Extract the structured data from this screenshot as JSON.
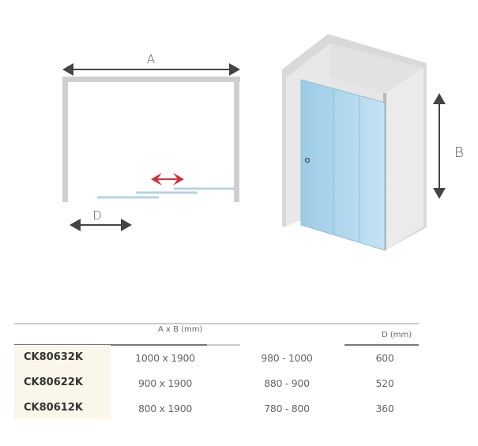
{
  "diagram": {
    "label_a": "A",
    "label_b": "B",
    "label_d": "D",
    "glass_color": "#b5daf0",
    "arrow_color": "#d32f3a"
  },
  "table": {
    "headers": {
      "ab": "A x B (mm)",
      "d": "D (mm)"
    },
    "rows": [
      {
        "code": "CK80632K",
        "ab": "1000 x 1900",
        "range": "980 - 1000",
        "d": "600"
      },
      {
        "code": "CK80622K",
        "ab": "900 x 1900",
        "range": "880 - 900",
        "d": "520"
      },
      {
        "code": "CK80612K",
        "ab": "800 x 1900",
        "range": "780 - 800",
        "d": "360"
      }
    ]
  }
}
